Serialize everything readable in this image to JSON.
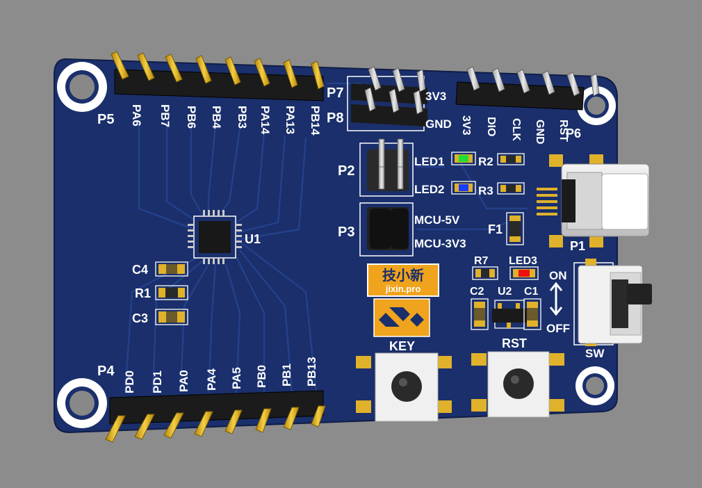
{
  "board": {
    "colors": {
      "background": "#8c8c8c",
      "pcb": "#1a2f6b",
      "trace": "#223a80",
      "silk": "#ffffff",
      "gold": "#e0b12a",
      "header_black": "#1b1b1b",
      "led_green": "#22dd33",
      "led_blue": "#1a3cff",
      "led_red": "#ee1111"
    },
    "headers": {
      "P5": {
        "ref": "P5",
        "pins": [
          "PA6",
          "PB7",
          "PB6",
          "PB4",
          "PB3",
          "PA14",
          "PA13",
          "PB14"
        ]
      },
      "P4": {
        "ref": "P4",
        "pins": [
          "PD0",
          "PD1",
          "PA0",
          "PA4",
          "PA5",
          "PB0",
          "PB1",
          "PB13"
        ]
      },
      "P6": {
        "ref": "P6",
        "pins": [
          "3V3",
          "DIO",
          "CLK",
          "GND",
          "RST"
        ]
      },
      "P7": {
        "ref": "P7",
        "label": "3V3"
      },
      "P8": {
        "ref": "P8",
        "label": "GND"
      },
      "P2": {
        "ref": "P2"
      },
      "P3": {
        "ref": "P3"
      }
    },
    "refs": {
      "led1": "LED1",
      "led2": "LED2",
      "led3": "LED3",
      "r1": "R1",
      "r2": "R2",
      "r3": "R3",
      "r7": "R7",
      "c1": "C1",
      "c2": "C2",
      "c3": "C3",
      "c4": "C4",
      "u1": "U1",
      "u2": "U2",
      "f1": "F1",
      "p1": "P1",
      "mcu5v": "MCU-5V",
      "mcu3v3": "MCU-3V3"
    },
    "switch": {
      "ref": "SW",
      "on": "ON",
      "off": "OFF"
    },
    "buttons": {
      "key": "KEY",
      "rst": "RST"
    },
    "logo": {
      "cn": "技小新",
      "domain": "jixin.pro"
    }
  }
}
